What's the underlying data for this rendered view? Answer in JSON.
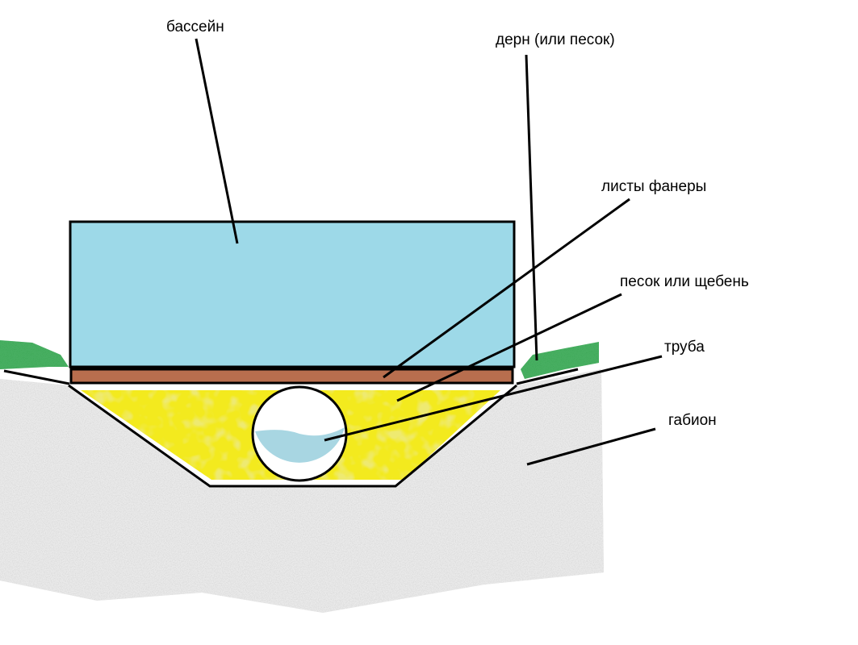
{
  "labels": {
    "pool": "бассейн",
    "turf": "дерн (или песок)",
    "plywood": "листы фанеры",
    "sand": "песок или щебень",
    "pipe": "труба",
    "gabion": "габион"
  },
  "colors": {
    "pool": "#9dd9e8",
    "plywood": "#b86e4e",
    "sand": "#f3ea1e",
    "water": "#a8d6e2",
    "grass": "#2f9e48",
    "gabion": "#d3d3d3",
    "outline": "#000000"
  }
}
